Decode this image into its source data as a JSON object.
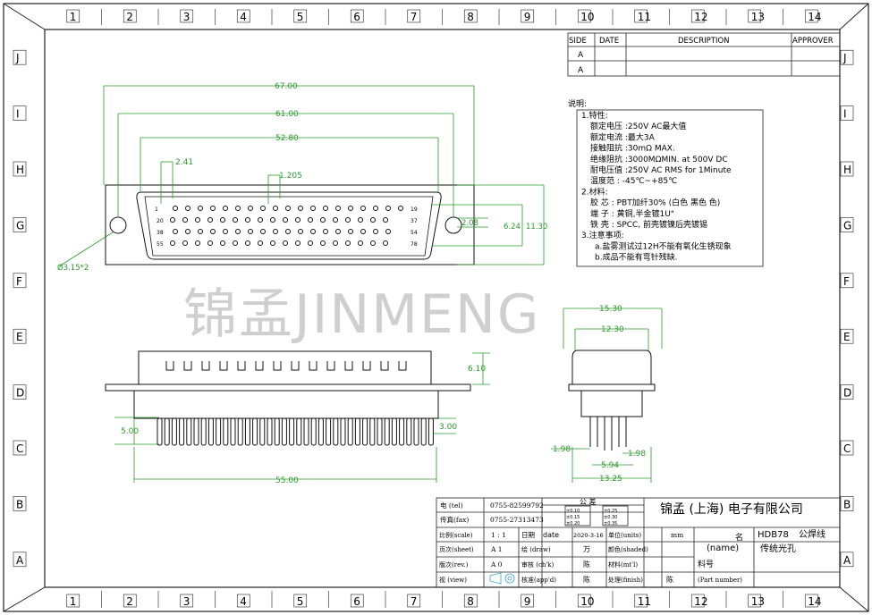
{
  "frame": {
    "col_numbers": [
      "1",
      "2",
      "3",
      "4",
      "5",
      "6",
      "7",
      "8",
      "9",
      "10",
      "11",
      "12",
      "13",
      "14"
    ],
    "row_letters": [
      "J",
      "I",
      "H",
      "G",
      "F",
      "E",
      "D",
      "C",
      "B",
      "A"
    ]
  },
  "revision_block": {
    "headers": [
      "SIDE",
      "DATE",
      "DESCRIPTION",
      "APPROVER"
    ],
    "rows": [
      "A",
      "A"
    ]
  },
  "watermark": "锦孟JINMENG",
  "dims_front": {
    "overall": "67.00",
    "mount_holes": "61.00",
    "shell": "52.80",
    "pitch": "2.41",
    "row_pitch": "1.205",
    "hole": "Ø3.15*2",
    "h1": "2.08",
    "h2": "6.24",
    "h3": "11.30",
    "pin_labels": [
      "1",
      "19",
      "20",
      "37",
      "38",
      "54",
      "55",
      "78"
    ]
  },
  "dims_side": {
    "height": "6.10",
    "left": "5.00",
    "right": "3.00",
    "bottom": "55.00"
  },
  "dims_end": {
    "top": "15.30",
    "inner": "12.30",
    "pin": "1.98",
    "pin2": "1.98",
    "gap": "5.94",
    "base": "13.25"
  },
  "notes": {
    "title": "说明:",
    "lines": [
      "1.特性:",
      "额定电压 :250V  AC最大值",
      "额定电流 :最大3A",
      "接触阻抗 :30mΩ  MAX.",
      "绝缘阻抗 :3000MΩMIN. at 500V DC",
      "耐电压值 :250V AC RMS for 1Minute",
      "温度范    :  -45℃~+85℃",
      "2.材料:",
      "胶   芯 :  PBT加纤30%  (白色  黑色     色)",
      "端   子 :  黄铜,半金镀1U\"",
      "铁   壳 :  SPCC, 前壳镀镍后壳镀锡",
      "3.注意事项:",
      "a.盐雾测试过12H不能有氧化生锈现象",
      "b.成品不能有弯针残缺."
    ]
  },
  "title_block": {
    "tel_label": "电  (tel)",
    "tel": "0755-82599792",
    "fax_label": "传真(fax)",
    "fax": "0755-27313473",
    "tolerance_label": "公  差",
    "tol_cells": [
      "±0.10",
      "±0.15",
      "±0.20",
      "±0.25",
      "±0.30",
      "±0.35"
    ],
    "company": "锦孟 (上海) 电子有限公司",
    "scale_label": "比例(scale)",
    "scale": "1 : 1",
    "date_label": "日期",
    "date_tag": "date",
    "date": "2020-3-16",
    "units_label": "单位(units)",
    "units": "mm",
    "name_label": "名",
    "name_tag": "(name)",
    "part_title": "HDB78",
    "part_desc": "公焊线",
    "part_desc2": "传统光孔",
    "sheet_label": "页次(sheet)",
    "sheet": "A  1",
    "draw_label": "绘   (draw)",
    "drawer": "万",
    "shaded_label": "颜色(shaded)",
    "rev_label": "版次(rev.)",
    "rev": "A  0",
    "check_label": "审核 (ch'k)",
    "checker": "陈",
    "mat_label": "材料(mt'l)",
    "part_no_label": "料号",
    "view_label": "视  (view)",
    "app_label": "核准(app'd)",
    "approver": "陈",
    "finish_label": "处理(finish)",
    "finisher": "陈",
    "part_no_en": "(Part number)"
  }
}
